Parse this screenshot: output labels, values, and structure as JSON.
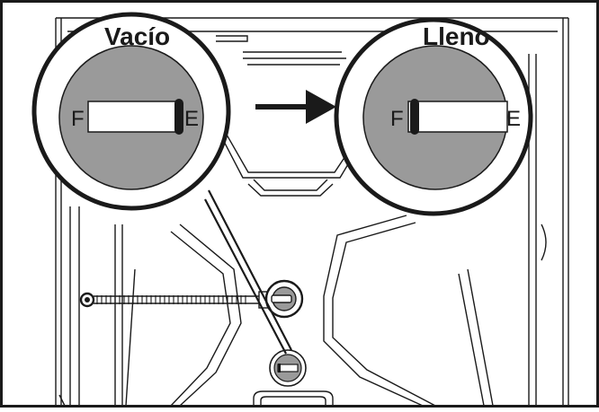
{
  "callouts": {
    "empty": {
      "label": "Vacío",
      "left_letter": "F",
      "right_letter": "E"
    },
    "full": {
      "label": "Lleno",
      "left_letter": "F",
      "right_letter": "E"
    }
  },
  "colors": {
    "line": "#1a1a1a",
    "gauge_face": "#9a9a9a",
    "background": "#ffffff"
  }
}
